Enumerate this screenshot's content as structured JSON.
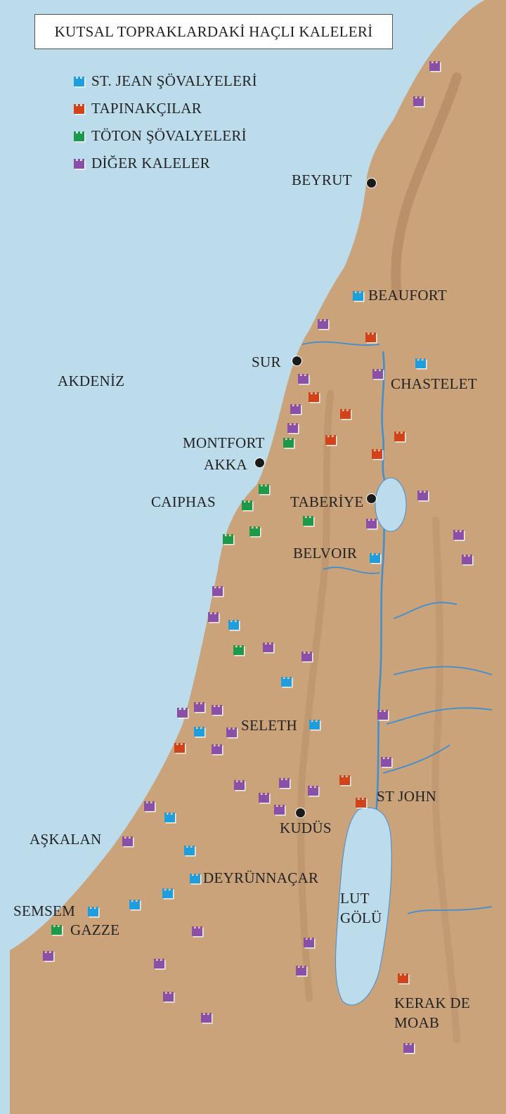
{
  "title": "KUTSAL TOPRAKLARDAKİ HAÇLI KALELERİ",
  "colors": {
    "sea": "#bcdcec",
    "land": "#caa37b",
    "river": "#3f8ed0",
    "hospitaller": "#1f9ede",
    "templar": "#d2431a",
    "teutonic": "#1c9a4a",
    "other": "#8a4fa6"
  },
  "legend": [
    {
      "key": "hospitaller",
      "label": "ST. JEAN ŞÖVALYELERİ"
    },
    {
      "key": "templar",
      "label": "TAPINAKÇILAR"
    },
    {
      "key": "teutonic",
      "label": "TÖTON ŞÖVALYELERİ"
    },
    {
      "key": "other",
      "label": "DİĞER KALELER"
    }
  ],
  "sea_label": "AKDENİZ",
  "lake_label": "LUT GÖLÜ",
  "cities": [
    "BEYRUT",
    "SUR",
    "AKKA",
    "TABERİYE",
    "KUDÜS"
  ],
  "place_labels": [
    "BEAUFORT",
    "CHASTELET",
    "MONTFORT",
    "CAIPHAS",
    "BELVOIR",
    "SELETH",
    "ST JOHN",
    "AŞKALAN",
    "DEYRÜNNAÇAR",
    "SEMSEM",
    "GAZZE",
    "KERAK DE MOAB"
  ]
}
